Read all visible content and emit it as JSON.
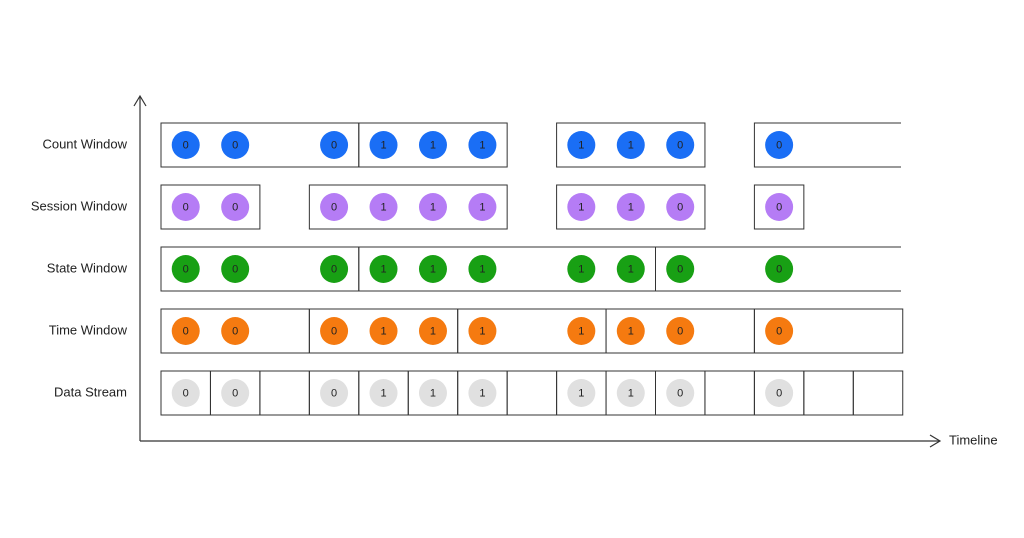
{
  "axis": {
    "x_label": "Timeline"
  },
  "colors": {
    "count": "#1a6ef5",
    "session": "#b57cf5",
    "state": "#18a014",
    "time": "#f57a10",
    "data": "#e0e0e0",
    "line": "#333333"
  },
  "rows": [
    {
      "id": "count",
      "label": "Count Window",
      "values": [
        "0",
        "0",
        null,
        "0",
        "1",
        "1",
        "1",
        null,
        "1",
        "1",
        "0",
        null,
        "0",
        null,
        null
      ],
      "windows": [
        [
          0,
          4
        ],
        [
          4,
          7
        ],
        [
          8,
          11
        ],
        [
          12,
          15
        ]
      ]
    },
    {
      "id": "session",
      "label": "Session Window",
      "values": [
        "0",
        "0",
        null,
        "0",
        "1",
        "1",
        "1",
        null,
        "1",
        "1",
        "0",
        null,
        "0",
        null,
        null
      ],
      "windows": [
        [
          0,
          2
        ],
        [
          3,
          7
        ],
        [
          8,
          11
        ],
        [
          12,
          13
        ]
      ]
    },
    {
      "id": "state",
      "label": "State Window",
      "values": [
        "0",
        "0",
        null,
        "0",
        "1",
        "1",
        "1",
        null,
        "1",
        "1",
        "0",
        null,
        "0",
        null,
        null
      ],
      "windows": [
        [
          0,
          4
        ],
        [
          4,
          10
        ],
        [
          10,
          15
        ]
      ]
    },
    {
      "id": "time",
      "label": "Time Window",
      "values": [
        "0",
        "0",
        null,
        "0",
        "1",
        "1",
        "1",
        null,
        "1",
        "1",
        "0",
        null,
        "0",
        null,
        null
      ],
      "windows": [
        [
          0,
          3
        ],
        [
          3,
          6
        ],
        [
          6,
          9
        ],
        [
          9,
          12
        ],
        [
          12,
          15
        ]
      ]
    },
    {
      "id": "data",
      "label": "Data Stream",
      "values": [
        "0",
        "0",
        null,
        "0",
        "1",
        "1",
        "1",
        null,
        "1",
        "1",
        "0",
        null,
        "0",
        null,
        null
      ],
      "windows": [
        [
          0,
          1
        ],
        [
          1,
          2
        ],
        [
          2,
          3
        ],
        [
          3,
          4
        ],
        [
          4,
          5
        ],
        [
          5,
          6
        ],
        [
          6,
          7
        ],
        [
          7,
          8
        ],
        [
          8,
          9
        ],
        [
          9,
          10
        ],
        [
          10,
          11
        ],
        [
          11,
          12
        ],
        [
          12,
          13
        ],
        [
          13,
          14
        ],
        [
          14,
          15
        ]
      ]
    }
  ]
}
